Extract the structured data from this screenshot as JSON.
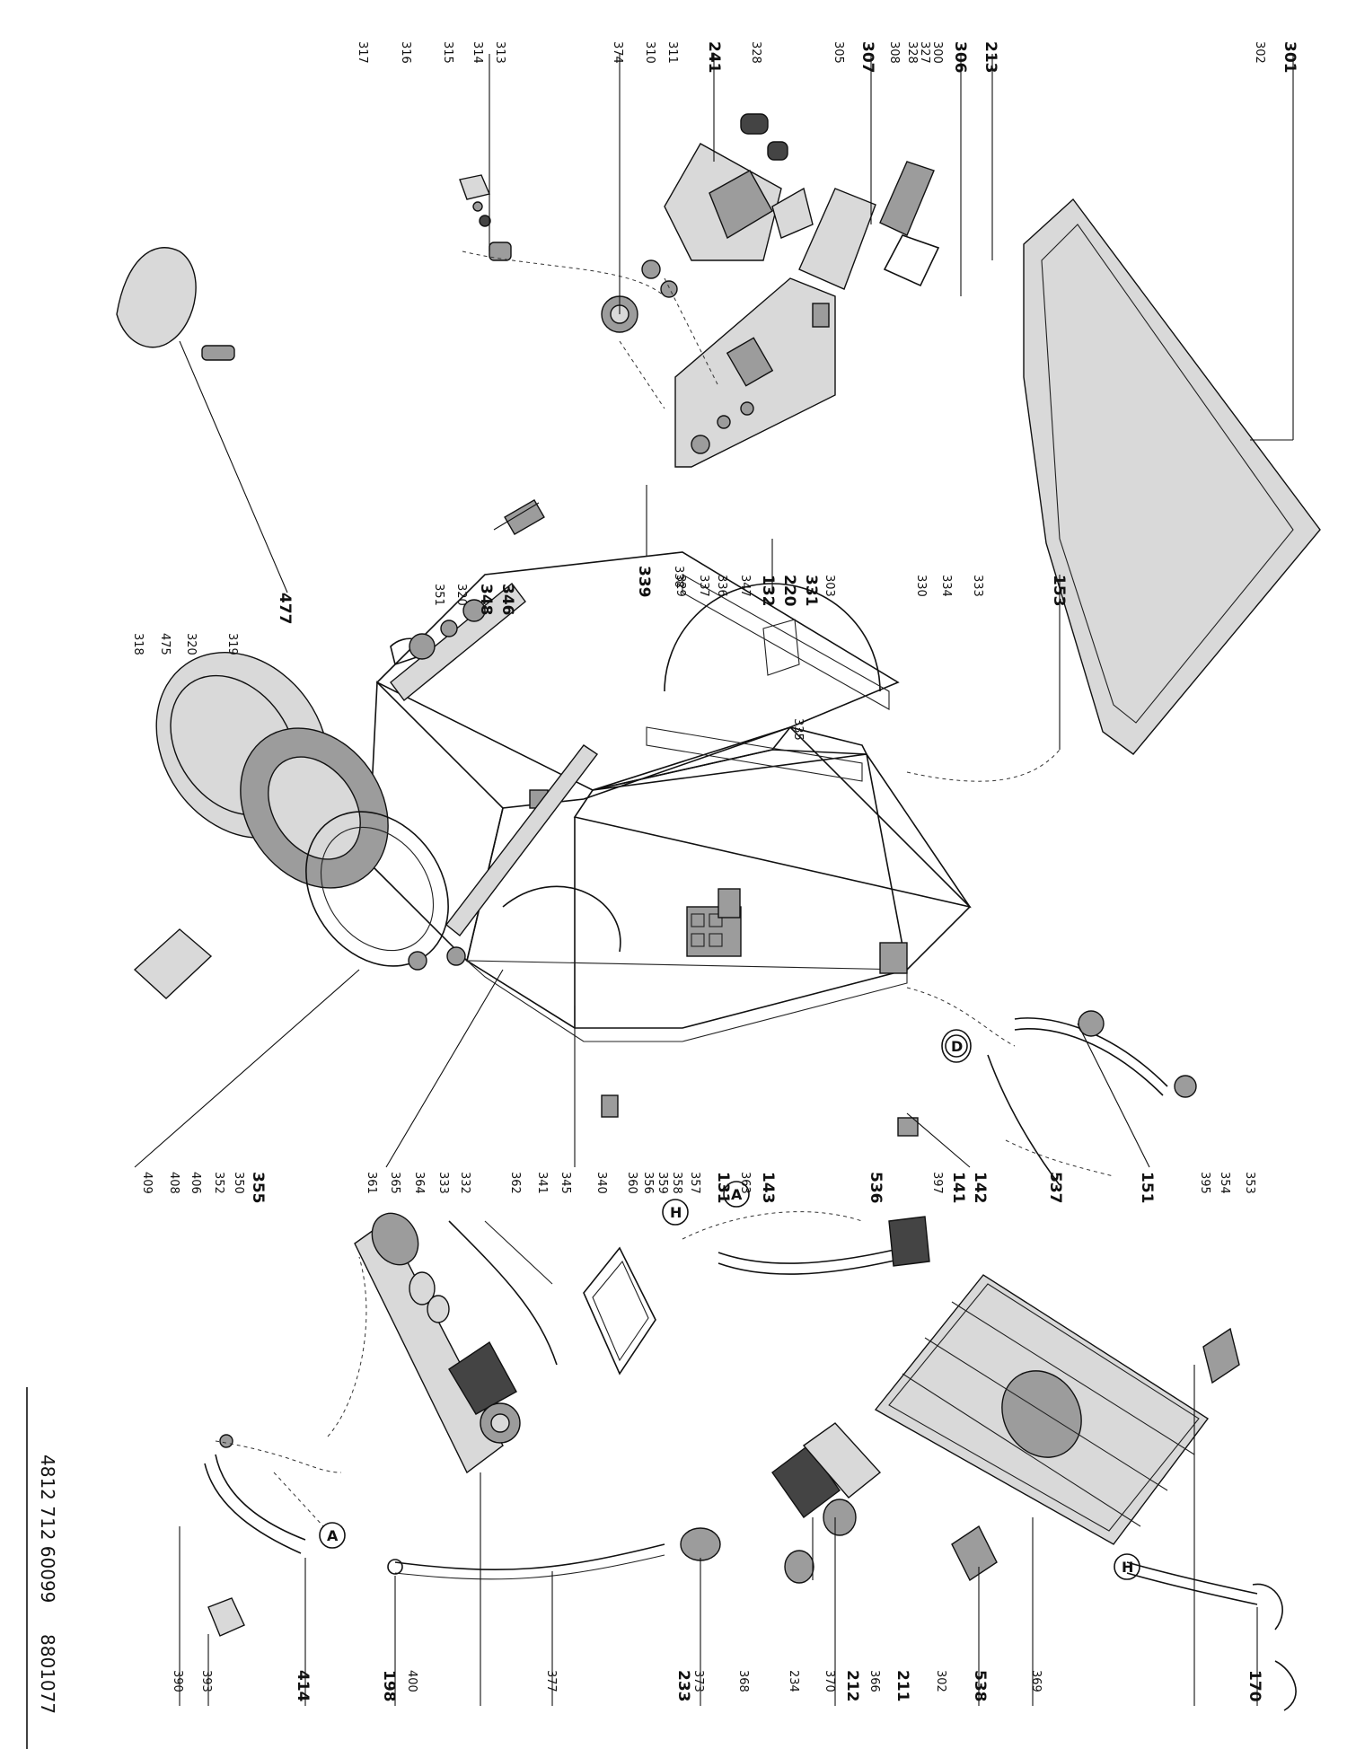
{
  "document": {
    "code_main": "4812 712 60099",
    "code_secondary": "8801077"
  },
  "labels": {
    "l301": "301",
    "l302": "302",
    "l213": "213",
    "l306": "306",
    "l307": "307",
    "l241": "241",
    "l300": "300",
    "l327": "327",
    "l328": "328",
    "l308": "308",
    "l305": "305",
    "l328b": "328",
    "l311": "311",
    "l310": "310",
    "l374": "374",
    "l313": "313",
    "l314": "314",
    "l315": "315",
    "l316": "316",
    "l317": "317",
    "l339": "339",
    "l338": "338",
    "l220": "220",
    "l331": "331",
    "l303": "303",
    "l334": "334",
    "l333": "333",
    "l153": "153",
    "l330": "330",
    "l335": "335",
    "l347": "347",
    "l337": "337",
    "l336": "336",
    "l132": "132",
    "l329": "329",
    "l346": "346",
    "l348": "348",
    "l320": "320",
    "l351": "351",
    "l477": "477",
    "l318": "318",
    "l475": "475",
    "l320b": "320",
    "l319": "319",
    "l355": "355",
    "l352": "352",
    "l406": "406",
    "l408": "408",
    "l409": "409",
    "l360": "360",
    "l361": "361",
    "l362": "362",
    "l363": "363",
    "l364": "364",
    "l365": "365",
    "l341": "341",
    "l345": "345",
    "l340": "340",
    "l356": "356",
    "l359": "359",
    "l358": "358",
    "l357": "357",
    "l131": "131",
    "l143": "143",
    "l397": "397",
    "l141": "141",
    "l142": "142",
    "l536": "536",
    "l537": "537",
    "l151": "151",
    "l395": "395",
    "l354": "354",
    "l353": "353",
    "l369": "369",
    "l538": "538",
    "l170": "170",
    "l302b": "302",
    "l211": "211",
    "l366": "366",
    "l212": "212",
    "l370": "370",
    "l234": "234",
    "l368": "368",
    "l233": "233",
    "l373": "373",
    "l377": "377",
    "l393": "393",
    "l198": "198",
    "l414": "414",
    "l400": "400",
    "l390": "390",
    "l333b": "333",
    "l332": "332",
    "l350": "350"
  },
  "circle_letters": {
    "a1": "A",
    "a2": "A",
    "h1": "H",
    "h2": "H",
    "d1": "D"
  }
}
